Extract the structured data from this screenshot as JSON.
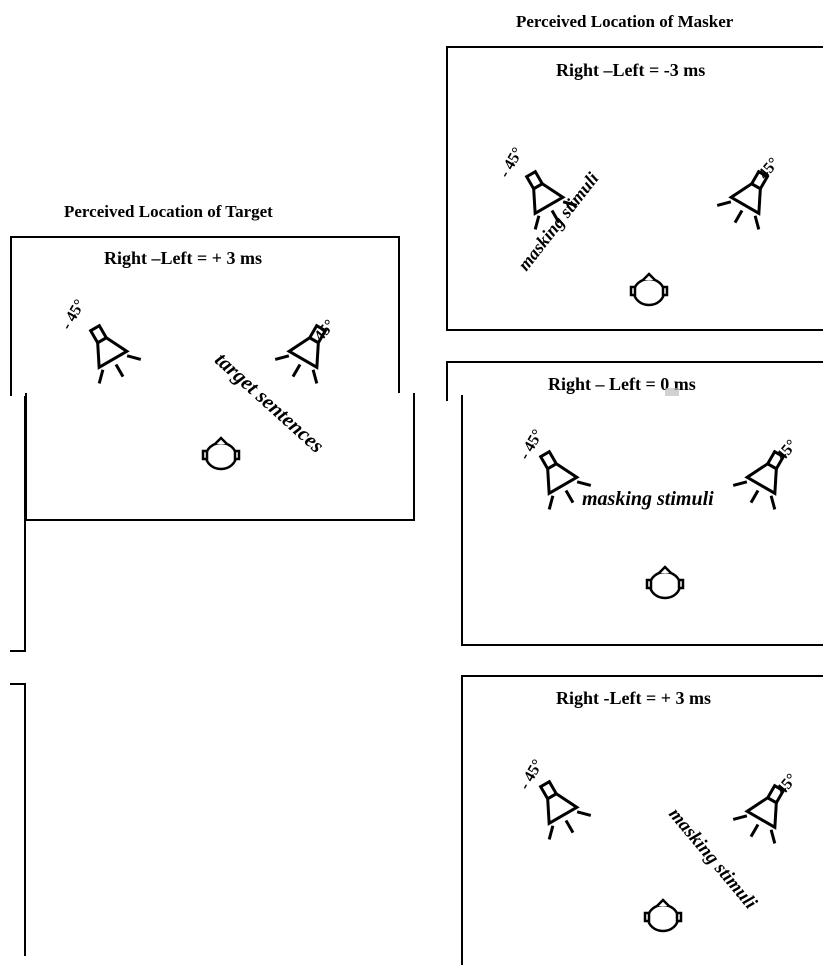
{
  "headings": {
    "masker": "Perceived Location of Masker",
    "target": "Perceived Location of Target"
  },
  "panels": {
    "target": {
      "condition": "Right –Left  = + 3 ms",
      "stimulus": "target sentences"
    },
    "masker_top": {
      "condition": "Right –Left  = -3 ms",
      "stimulus": "masking stimuli"
    },
    "masker_middle": {
      "condition": "Right – Left  = 0 ms",
      "stimulus": "masking stimuli"
    },
    "masker_bottom": {
      "condition": "Right -Left = + 3 ms",
      "stimulus": "masking stimuli"
    }
  },
  "angles": {
    "left": "- 45°",
    "right": "45°"
  },
  "icons": [
    "loudspeaker-icon",
    "listener-head-icon",
    "sound-rays-icon"
  ]
}
